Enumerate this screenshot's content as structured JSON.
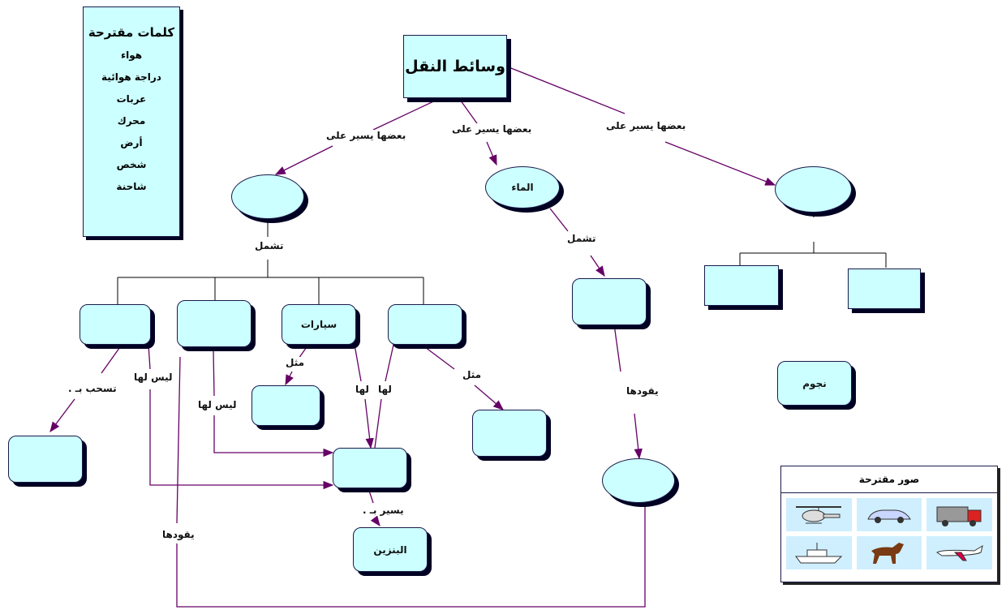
{
  "title": "وسائط النقل",
  "suggested_words": {
    "heading": "كلمات مقترحة",
    "items": [
      "هواء",
      "دراجة هوائية",
      "عربات",
      "محرك",
      "أرض",
      "شخص",
      "شاحنة"
    ]
  },
  "suggested_images": {
    "heading": "صور مقترحة",
    "items": [
      "helicopter-icon",
      "car-icon",
      "truck-icon",
      "ship-icon",
      "horse-icon",
      "airplane-icon"
    ]
  },
  "links": {
    "some_move_on_1": "بعضها يسير على",
    "some_move_on_2": "بعضها يسير على",
    "some_move_on_3": "بعضها يسير على",
    "includes_1": "تشمل",
    "includes_2": "تشمل",
    "example_1": "مثل",
    "example_2": "مثل",
    "pulled_by": "تسحب بـ .",
    "has_not_1": "ليس لها",
    "has_not_2": "ليس لها",
    "has_1": "لها",
    "has_2": "لها",
    "moves_by": "يسير بـ .",
    "driven_by_1": "يقودها",
    "driven_by_2": "يقودها"
  },
  "nodes": {
    "water": "الماء",
    "cars": "سيارات",
    "petrol": "البنزين",
    "stars": "نجوم"
  },
  "colors": {
    "fill": "#ccffff",
    "arrow": "#660066",
    "border": "#1a1a4a"
  }
}
